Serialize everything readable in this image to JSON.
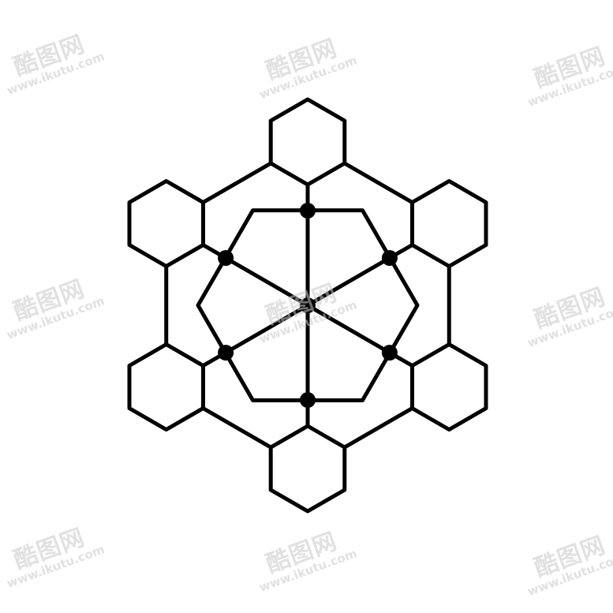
{
  "diagram": {
    "stroke_color": "#000000",
    "background_color": "#ffffff",
    "outer_hexagon_count": 6,
    "center_node_count": 7
  },
  "watermark": {
    "brand": "酷图网",
    "url": "www.ikutu.com",
    "color": "#c9c9c9"
  }
}
